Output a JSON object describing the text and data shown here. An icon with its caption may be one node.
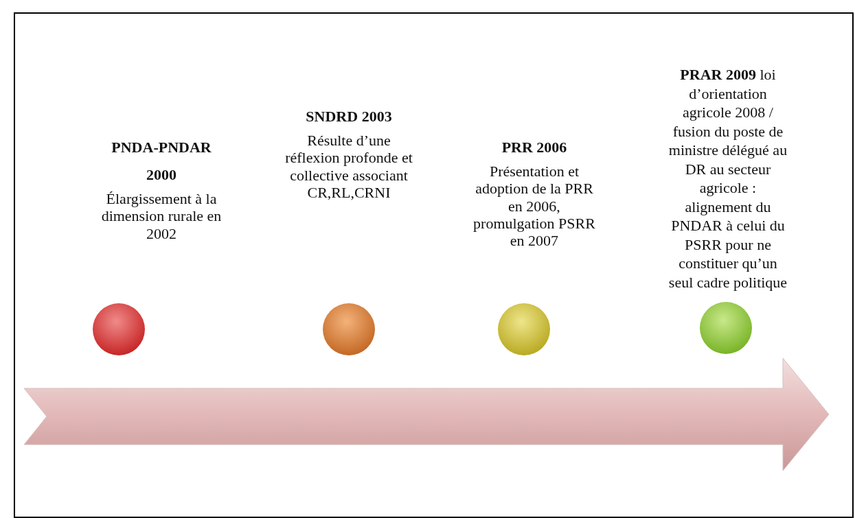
{
  "diagram": {
    "nodes": [
      {
        "text": [],
        "shape": "circle",
        "beside": [
          "**PNDA-PNDAR 2000**",
          "Élargissement à la dimension rurale en 2002"
        ]
      },
      {
        "text": [],
        "shape": "circle",
        "beside": [
          "**SNDRD 2003**",
          "Résulte d’une réflexion profonde et collective associant CR,RL,CRNI"
        ]
      },
      {
        "text": [],
        "shape": "circle",
        "beside": [
          "**PRR 2006**",
          "Présentation et adoption de la PRR en 2006, promulgation PSRR en 2007"
        ]
      },
      {
        "text": [],
        "shape": "circle",
        "beside": [
          "**PRAR 2009** loi d’orientation agricole 2008 / fusion du poste de ministre délégué au DR au secteur agricole : alignement du PNDAR à celui du PSRR pour ne constituer qu’un seul cadre politique"
        ]
      }
    ]
  }
}
